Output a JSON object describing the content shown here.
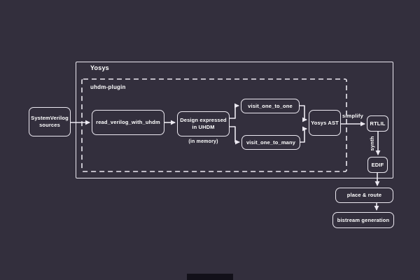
{
  "palette": {
    "background": "#332f3d",
    "line": "#ece9f1",
    "text": "#ffffff",
    "bottom_bar": "#121019"
  },
  "diagram": {
    "containers": {
      "yosys": {
        "label": "Yosys"
      },
      "uhdm_plugin": {
        "label": "uhdm-plugin"
      }
    },
    "nodes": {
      "sv_sources": {
        "line1": "SystemVerilog",
        "line2": "sources"
      },
      "read_verilog": {
        "label": "read_verilog_with_uhdm"
      },
      "design_uhdm": {
        "line1": "Design expressed",
        "line2": "in UHDM"
      },
      "visit_one_to_one": {
        "label": "visit_one_to_one"
      },
      "visit_one_to_many": {
        "label": "visit_one_to_many"
      },
      "yosys_ast": {
        "label": "Yosys AST"
      },
      "rtlil": {
        "label": "RTLIL"
      },
      "edif": {
        "label": "EDIF"
      },
      "place_route": {
        "label": "place & route"
      },
      "bitstream": {
        "label": "bistream generation"
      }
    },
    "edge_labels": {
      "simplify": "simplify",
      "synth": "synth"
    },
    "notes": {
      "in_memory": "(in memory)"
    }
  }
}
